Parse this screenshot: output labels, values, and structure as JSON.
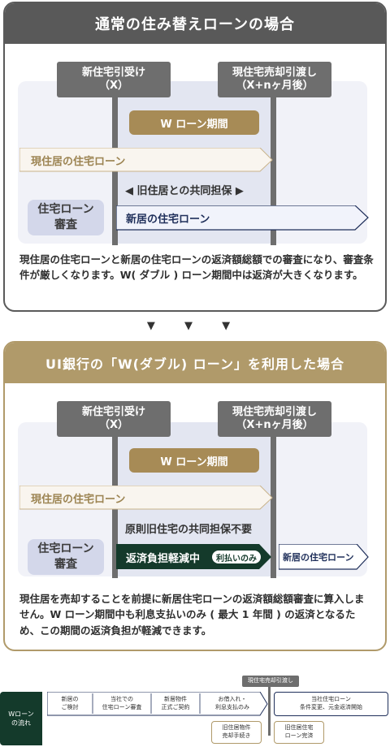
{
  "normal": {
    "title": "通常の住み替えローンの場合",
    "start_label_1": "新住宅引受け",
    "start_label_2": "（X）",
    "end_label_1": "現住宅売却引渡し",
    "end_label_2": "（X+nヶ月後）",
    "w_period": "W ローン期間",
    "current_loan": "現住居の住宅ローン",
    "joint_collateral": "◀  旧住居との共同担保  ▶",
    "review_1": "住宅ローン",
    "review_2": "審査",
    "new_loan": "新居の住宅ローン",
    "description": "現住居の住宅ローンと新居の住宅ローンの返済額総額での審査になり、審査条件が厳しくなります。W( ダブル ) ローン期間中は返済が大きくなります。"
  },
  "separator": "▼ ▼ ▼",
  "ui": {
    "title": "UI銀行の「W(ダブル) ローン」を利用した場合",
    "start_label_1": "新住宅引受け",
    "start_label_2": "（X）",
    "end_label_1": "現住宅売却引渡し",
    "end_label_2": "（X+nヶ月後）",
    "w_period": "W ローン期間",
    "current_loan": "現住居の住宅ローン",
    "no_joint_collateral": "原則旧住宅の共同担保不要",
    "review_1": "住宅ローン",
    "review_2": "審査",
    "reduced_burden": "返済負担軽減中",
    "interest_only": "利払いのみ",
    "new_loan": "新居の住宅ローン",
    "description": "現住居を売却することを前提に新居住宅ローンの返済額総額審査に算入しません。W ローン期間中も利息支払いのみ ( 最大 1 年間 ) の返済となるため、この期間の返済負担が軽減できます。"
  },
  "flow": {
    "label_1": "Wローン",
    "label_2": "の流れ",
    "sale_handover": "現住宅売却引渡し",
    "step1_1": "新居の",
    "step1_2": "ご検討",
    "step2_1": "当社での",
    "step2_2": "住宅ローン審査",
    "step3_1": "新居物件",
    "step3_2": "正式ご契約",
    "step4_1": "お借入れ・",
    "step4_2": "利息支払のみ",
    "step5_1": "当社住宅ローン",
    "step5_2": "条件変更、元金返済開始",
    "sub1_1": "旧住居物件",
    "sub1_2": "売却手続き",
    "sub2_1": "旧住居住宅",
    "sub2_2": "ローン完済"
  },
  "colors": {
    "gray_header": "#595959",
    "gold_header": "#b09a6a",
    "gold_box": "#a78b56",
    "navy": "#1f2f5a",
    "dark_green": "#143a2b"
  }
}
